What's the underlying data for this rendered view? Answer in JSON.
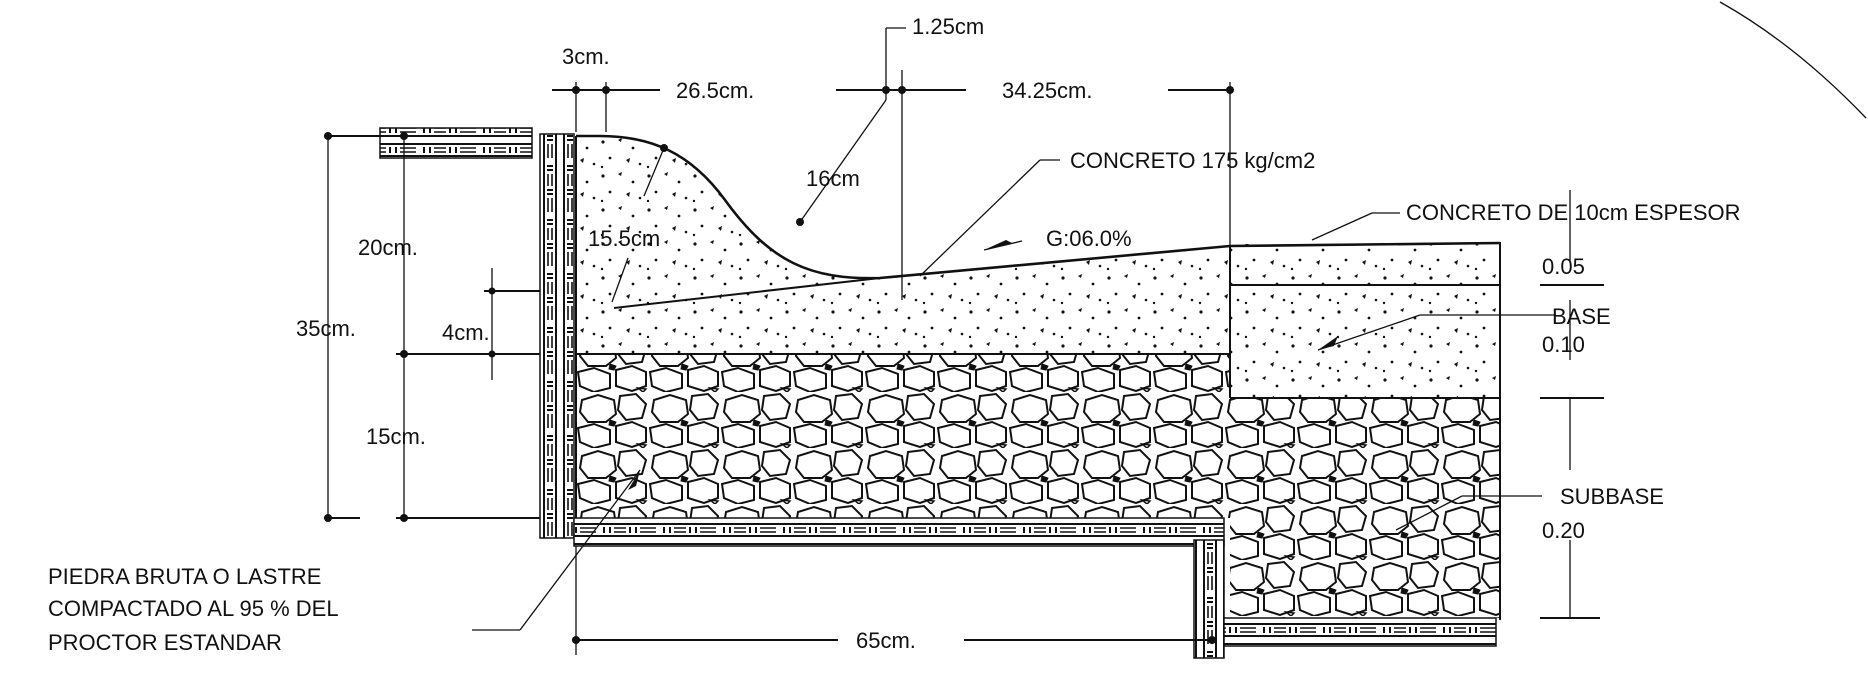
{
  "drawing": {
    "dimensions": {
      "top_3cm": "3cm.",
      "top_26_5cm": "26.5cm.",
      "top_1_25cm": "1.25cm",
      "top_34_25cm": "34.25cm.",
      "left_20cm": "20cm.",
      "left_35cm": "35cm.",
      "left_4cm": "4cm.",
      "left_15cm": "15cm.",
      "radius_15_5cm": "15.5cm",
      "radius_16cm": "16cm",
      "bottom_65cm": "65cm.",
      "right_0_05": "0.05",
      "right_0_10": "0.10",
      "right_0_20": "0.20"
    },
    "labels": {
      "concreto_175": "CONCRETO 175 kg/cm2",
      "grade": "G:06.0%",
      "concreto_10cm": "CONCRETO DE 10cm ESPESOR",
      "base": "BASE",
      "subbase": "SUBBASE",
      "piedra_line1": "PIEDRA BRUTA O LASTRE",
      "piedra_line2": "COMPACTADO AL 95 % DEL",
      "piedra_line3": "PROCTOR ESTANDAR"
    }
  }
}
